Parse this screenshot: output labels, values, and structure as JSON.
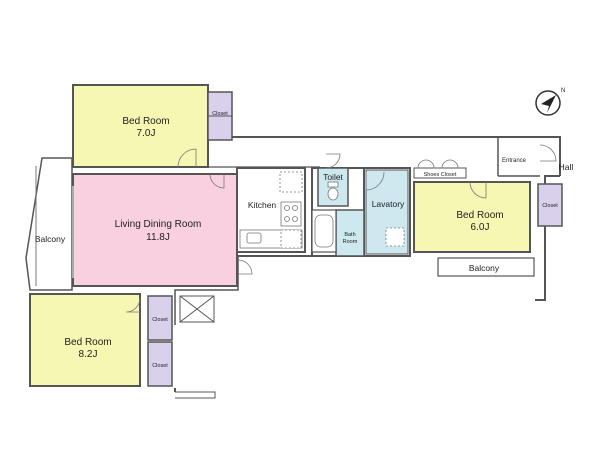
{
  "colors": {
    "bedroom_fill": "#f7f7b4",
    "living_fill": "#f9d0e0",
    "closet_fill": "#d9d0eb",
    "wet_fill": "#cde8ef",
    "wall": "#555555"
  },
  "compass": {
    "north_label": "N",
    "icon": "compass-arrow-icon"
  },
  "rooms": {
    "bed_top_name": "Bed Room",
    "bed_top_size": "7.0J",
    "living_name": "Living Dining Room",
    "living_size": "11.8J",
    "kitchen": "Kitchen",
    "toilet": "Toilet",
    "lavatory": "Lavatory",
    "bath_line1": "Bath",
    "bath_line2": "Room",
    "bed_right_name": "Bed Room",
    "bed_right_size": "6.0J",
    "bed_bottom_name": "Bed Room",
    "bed_bottom_size": "8.2J",
    "balcony_left": "Balcony",
    "balcony_right": "Balcony",
    "shoes_closet": "Shoes Closet",
    "entrance": "Entrance",
    "hall": "Hall",
    "closet": "Closet"
  }
}
